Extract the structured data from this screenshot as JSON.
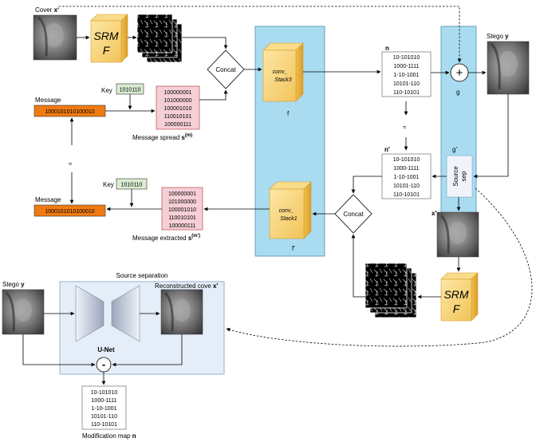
{
  "cover": {
    "label": "Cover",
    "var": "x"
  },
  "srm_top": {
    "line1": "SRM",
    "line2": "F"
  },
  "srm_bottom": {
    "line1": "SRM",
    "line2": "F"
  },
  "concat_top": "Concat",
  "concat_bottom": "Concat",
  "key_top": {
    "label": "Key",
    "value": "1010110"
  },
  "key_bottom": {
    "label": "Key",
    "value": "1010110"
  },
  "message_top": {
    "label": "Message",
    "bits": "1000101010100010"
  },
  "message_bottom": {
    "label": "Message",
    "bits": "1000101010100010"
  },
  "spread": {
    "rows": [
      "100000001",
      "101000000",
      "100001010",
      "110010101",
      "100000111"
    ],
    "caption": "Message spread",
    "var": "s",
    "sup": "(m)"
  },
  "extracted": {
    "rows": [
      "100000001",
      "101000000",
      "100001010",
      "110010101",
      "100000111"
    ],
    "caption": "Message extracted",
    "var": "s",
    "sup": "(m')"
  },
  "encoder": {
    "block_l1": "conv_",
    "block_l2": "Stack3",
    "label": "f"
  },
  "decoder": {
    "block_l1": "conv_",
    "block_l2": "Stack1",
    "label": "f'"
  },
  "n_map": {
    "label": "n",
    "rows": [
      "10-101010",
      "1000-1111",
      "1-10-1001",
      "10101-110",
      "110-10101"
    ]
  },
  "n_prime_map": {
    "label": "n'",
    "rows": [
      "10-101010",
      "1000-1111",
      "1-10-1001",
      "10101-110",
      "110-10101"
    ]
  },
  "approx_top": "≈",
  "approx_left": "≈",
  "g_op": {
    "symbol": "+",
    "label": "g"
  },
  "g_prime": {
    "label": "g'",
    "sep_l1": "Source",
    "sep_l2": "sep"
  },
  "stego": {
    "label": "Stego",
    "var": "y"
  },
  "x_prime": {
    "label": "x'"
  },
  "source_separation": {
    "title": "Source separation",
    "stego_label": "Stego",
    "stego_var": "y",
    "recon_label": "Reconstructed cove",
    "recon_var": "x'",
    "unet_label": "U-Net",
    "minus": "-",
    "mod_rows": [
      "10-101010",
      "1000-1111",
      "1-10-1001",
      "10101-110",
      "110-10101"
    ],
    "mod_caption": "Modification map",
    "mod_var": "n"
  },
  "colors": {
    "panel_blue": "#a9dcf0",
    "message_orange": "#f07a12",
    "key_green": "#d9ecd0",
    "bits_pink": "#f6cfd6",
    "cube_yellow": "#f6d98a",
    "source_sep_bg": "#e5eef8"
  }
}
